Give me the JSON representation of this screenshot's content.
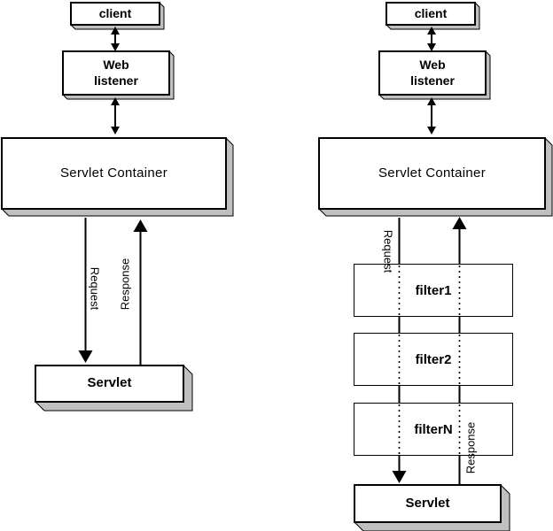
{
  "colors": {
    "background": "#ffffff",
    "box_fill": "#ffffff",
    "box_border": "#000000",
    "shadow": "#c0c0c0",
    "line": "#000000"
  },
  "left_diagram": {
    "client_label": "client",
    "web_listener_label": "Web\nlistener",
    "container_label": "Servlet Container",
    "servlet_label": "Servlet",
    "request_label": "Request",
    "response_label": "Response"
  },
  "right_diagram": {
    "client_label": "client",
    "web_listener_label": "Web\nlistener",
    "container_label": "Servlet Container",
    "filters": [
      "filter1",
      "filter2",
      "filterN"
    ],
    "servlet_label": "Servlet",
    "request_label": "Request",
    "response_label": "Response"
  }
}
